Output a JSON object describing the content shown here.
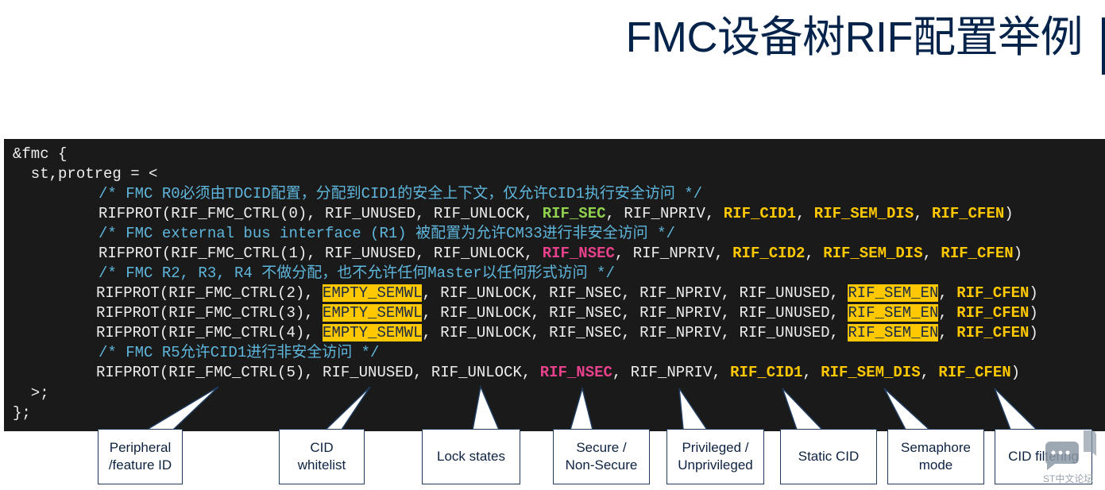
{
  "title": "FMC设备树RIF配置举例",
  "code": {
    "open": "&fmc {",
    "prop": "  st,protreg = <",
    "comment0": "/* FMC R0必须由TDCID配置，分配到CID1的安全上下文，仅允许CID1执行安全访问 */",
    "row0": {
      "prefix": "RIFPROT(RIF_FMC_CTRL(0), RIF_UNUSED, RIF_UNLOCK, ",
      "sec": "RIF_SEC",
      "priv": ", RIF_NPRIV, ",
      "cid": "RIF_CID1",
      "sep1": ", ",
      "sem": "RIF_SEM_DIS",
      "sep2": ", ",
      "cfen": "RIF_CFEN",
      "close": ")"
    },
    "comment1": "/* FMC external bus interface (R1) 被配置为允许CM33进行非安全访问 */",
    "row1": {
      "prefix": "RIFPROT(RIF_FMC_CTRL(1), RIF_UNUSED, RIF_UNLOCK, ",
      "sec": "RIF_NSEC",
      "priv": ", RIF_NPRIV, ",
      "cid": "RIF_CID2",
      "sep1": ", ",
      "sem": "RIF_SEM_DIS",
      "sep2": ", ",
      "cfen": "RIF_CFEN",
      "close": ")"
    },
    "comment2": "/* FMC R2, R3, R4 不做分配，也不允许任何Master以任何形式访问 */",
    "row2": {
      "prefix": "RIFPROT(RIF_FMC_CTRL(2), ",
      "wl": "EMPTY_SEMWL",
      "mid": ", RIF_UNLOCK, RIF_NSEC, RIF_NPRIV, RIF_UNUSED, ",
      "sem": "RIF_SEM_EN",
      "sep2": ", ",
      "cfen": "RIF_CFEN",
      "close": ")"
    },
    "row3": {
      "prefix": "RIFPROT(RIF_FMC_CTRL(3), ",
      "wl": "EMPTY_SEMWL",
      "mid": ", RIF_UNLOCK, RIF_NSEC, RIF_NPRIV, RIF_UNUSED, ",
      "sem": "RIF_SEM_EN",
      "sep2": ", ",
      "cfen": "RIF_CFEN",
      "close": ")"
    },
    "row4": {
      "prefix": "RIFPROT(RIF_FMC_CTRL(4), ",
      "wl": "EMPTY_SEMWL",
      "mid": ", RIF_UNLOCK, RIF_NSEC, RIF_NPRIV, RIF_UNUSED, ",
      "sem": "RIF_SEM_EN",
      "sep2": ", ",
      "cfen": "RIF_CFEN",
      "close": ")"
    },
    "comment5": "/* FMC R5允许CID1进行非安全访问 */",
    "row5": {
      "prefix": "RIFPROT(RIF_FMC_CTRL(5), RIF_UNUSED, RIF_UNLOCK, ",
      "sec": "RIF_NSEC",
      "priv": ", RIF_NPRIV, ",
      "cid": "RIF_CID1",
      "sep1": ", ",
      "sem": "RIF_SEM_DIS",
      "sep2": ", ",
      "cfen": "RIF_CFEN",
      "close": ")"
    },
    "prop_close": "  >;",
    "close": "};"
  },
  "callouts": [
    {
      "line1": "Peripheral",
      "line2": "/feature ID"
    },
    {
      "line1": "CID",
      "line2": "whitelist"
    },
    {
      "line1": "Lock states",
      "line2": ""
    },
    {
      "line1": "Secure /",
      "line2": "Non-Secure"
    },
    {
      "line1": "Privileged /",
      "line2": "Unprivileged"
    },
    {
      "line1": "Static CID",
      "line2": ""
    },
    {
      "line1": "Semaphore",
      "line2": "mode"
    },
    {
      "line1": "CID filtering",
      "line2": ""
    }
  ],
  "watermark": "ST中文论坛",
  "colors": {
    "title": "#03234b",
    "code_bg": "#1a1a1a",
    "comment": "#5fb6dc",
    "secure": "#8fd14f",
    "nonsecure": "#e8418c",
    "keyword": "#ffc800"
  }
}
